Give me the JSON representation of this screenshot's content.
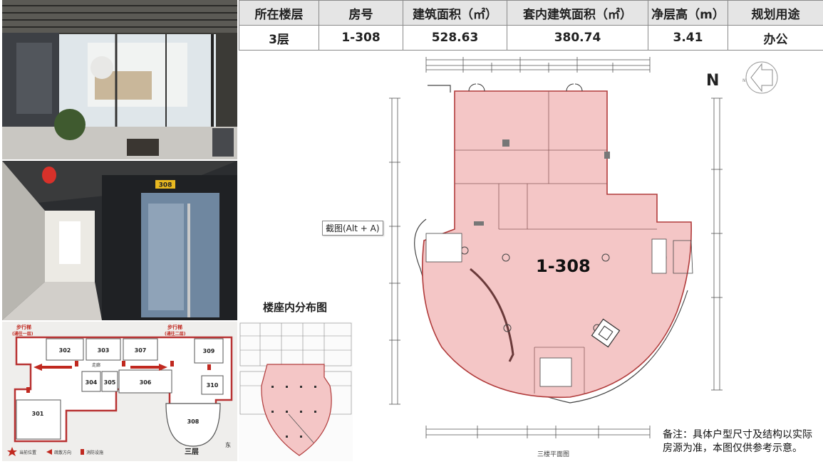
{
  "table": {
    "headers": [
      "所在楼层",
      "房号",
      "建筑面积（㎡）",
      "套内建筑面积（㎡）",
      "净层高（m）",
      "规划用途"
    ],
    "values": [
      "3层",
      "1-308",
      "528.63",
      "380.74",
      "3.41",
      "办公"
    ]
  },
  "tooltip": "截图(Alt + A)",
  "distribution_title": "楼座内分布图",
  "north_label": "N",
  "room_label": "1-308",
  "note": "备注：具体户型尺寸及结构以实际房源为准，本图仅供参考示意。",
  "plan_caption": "三楼平面图",
  "directory_map": {
    "rooms": [
      "302",
      "303",
      "307",
      "309",
      "304",
      "305",
      "306",
      "310",
      "301",
      "308"
    ],
    "stair_label_1": "步行梯",
    "stair_sub_1": "(通往一层)",
    "stair_label_2": "步行梯",
    "stair_sub_2": "(通往二层)",
    "corridor": "走廊",
    "floor": "三层",
    "east": "东",
    "legend": [
      "当前位置",
      "疏散方向",
      "消防设施"
    ]
  },
  "door_sign": "308",
  "colors": {
    "room_fill": "#f4c6c6",
    "room_stroke": "#c0392b",
    "table_header": "#e5e5e5"
  }
}
